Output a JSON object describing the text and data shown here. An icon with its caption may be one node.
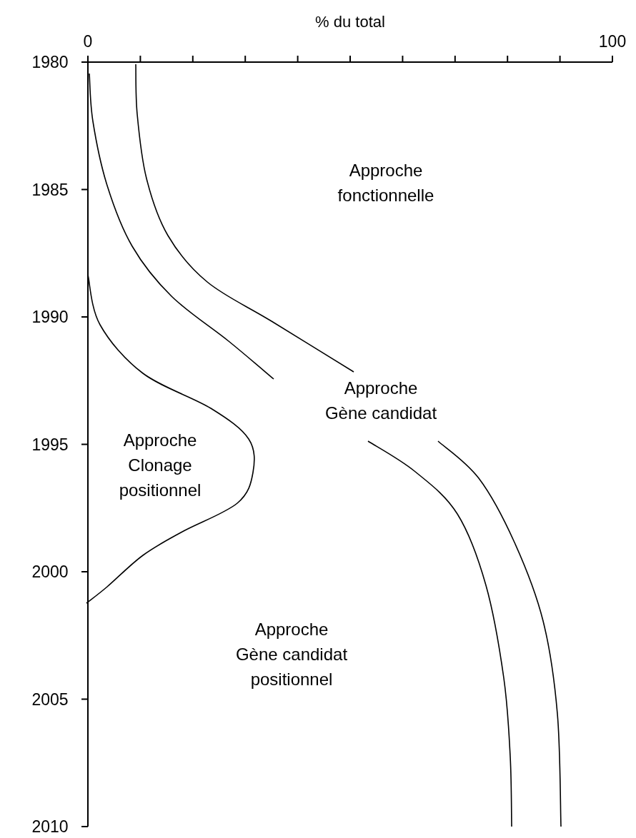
{
  "diagram": {
    "labels": [
      "% du total",
      "0",
      "100",
      "1980",
      "1985",
      "1990",
      "1995",
      "2000",
      "2005",
      "2010",
      "Approche fonctionnelle",
      "Approche Gène candidat",
      "Approche Clonage positionnel",
      "Approche Gène candidat positionnel"
    ]
  }
}
